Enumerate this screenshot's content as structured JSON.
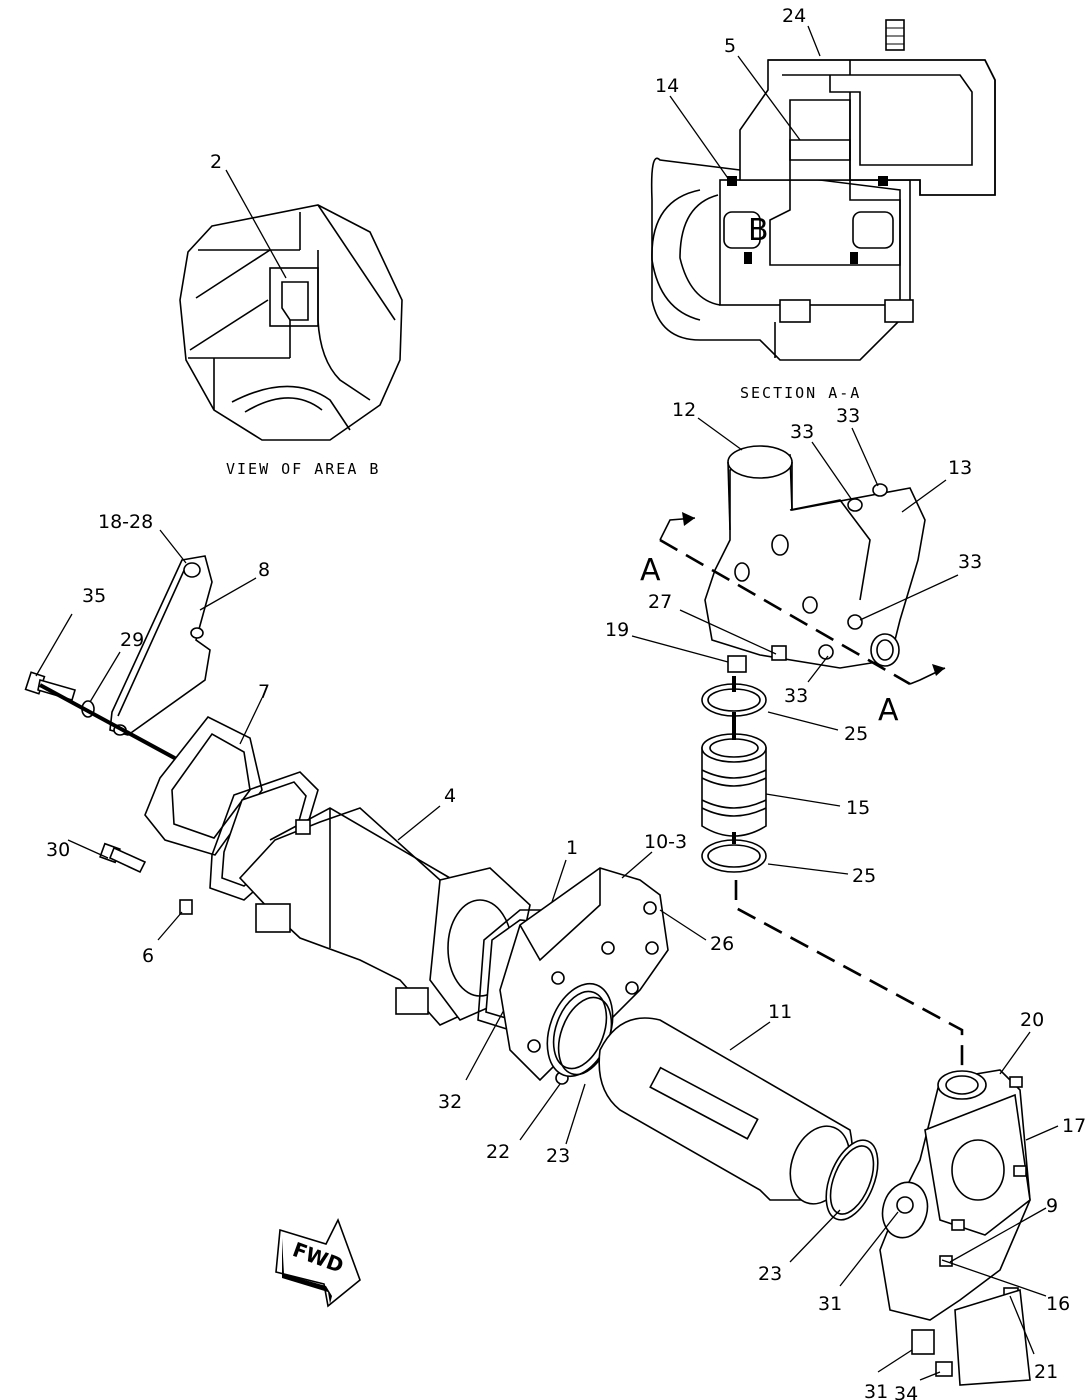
{
  "captions": {
    "view_b": "VIEW OF AREA B",
    "section_aa": "SECTION A-A"
  },
  "section_letters": {
    "a_left": "A",
    "a_right": "A",
    "b_area": "B"
  },
  "fwd_label": "FWD",
  "callouts": {
    "c2": "2",
    "c24": "24",
    "c5": "5",
    "c14": "14",
    "c12": "12",
    "c33a": "33",
    "c33b": "33",
    "c13": "13",
    "c33c": "33",
    "c27": "27",
    "c19": "19",
    "c33d": "33",
    "c25a": "25",
    "c15": "15",
    "c25b": "25",
    "c18_28": "18-28",
    "c8": "8",
    "c35": "35",
    "c29": "29",
    "c7": "7",
    "c4": "4",
    "c30": "30",
    "c6": "6",
    "c1": "1",
    "c10_3": "10-3",
    "c26": "26",
    "c11": "11",
    "c32": "32",
    "c22": "22",
    "c23a": "23",
    "c20": "20",
    "c17": "17",
    "c9": "9",
    "c23b": "23",
    "c31a": "31",
    "c16": "16",
    "c21": "21",
    "c31b": "31",
    "c34": "34"
  },
  "icons": [
    "fwd-arrow-icon"
  ]
}
